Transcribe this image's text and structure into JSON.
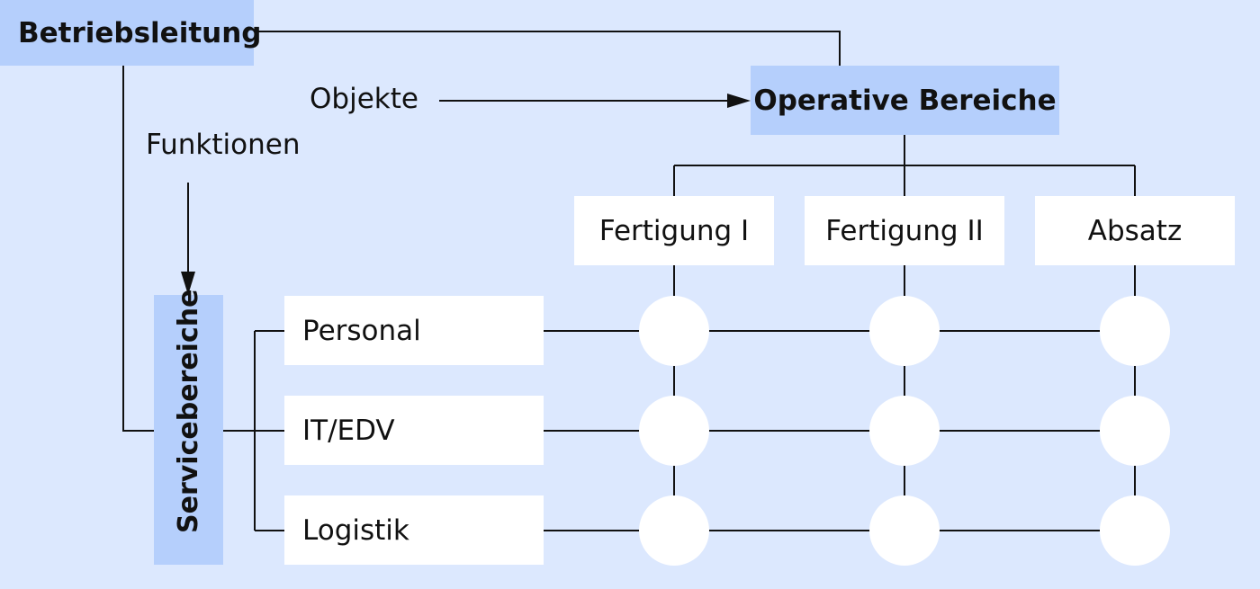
{
  "colors": {
    "background": "#dce8fe",
    "highlight_box": "#b5cffc",
    "plain_box": "#ffffff",
    "line": "#111111"
  },
  "top_box": "Betriebsleitung",
  "operative_box": "Operative Bereiche",
  "service_box": "Servicebereiche",
  "objekte_label": "Objekte",
  "funktionen_label": "Funktionen",
  "operative_units": [
    "Fertigung I",
    "Fertigung II",
    "Absatz"
  ],
  "service_units": [
    "Personal",
    "IT/EDV",
    "Logistik"
  ]
}
